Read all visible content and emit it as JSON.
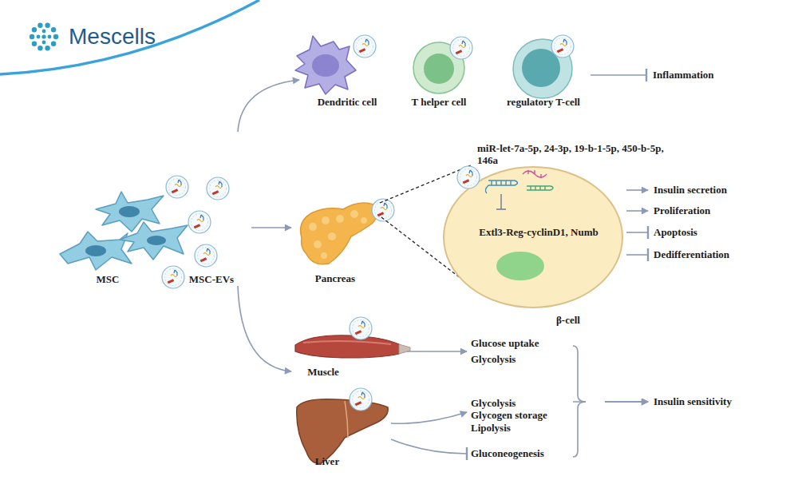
{
  "diagram": {
    "nodes": [
      {
        "text": [
          "MSC"
        ]
      },
      {
        "text": [
          "MSC-EVs"
        ]
      },
      {
        "text": [
          "Dendritic cell"
        ]
      },
      {
        "text": [
          "T helper cell"
        ]
      },
      {
        "text": [
          "regulatory T-cell"
        ]
      },
      {
        "text": [
          "Inflammation"
        ]
      },
      {
        "text": [
          "Pancreas"
        ]
      },
      {
        "text": [
          "miR-let-7a-5p, 24-3p, 19-b-1-5p, 450-b-5p, 146a",
          "Extl3-Reg-cyclinD1, Numb",
          "β-cell"
        ]
      },
      {
        "text": [
          "Insulin secretion"
        ]
      },
      {
        "text": [
          "Proliferation"
        ]
      },
      {
        "text": [
          "Apoptosis"
        ]
      },
      {
        "text": [
          "Dedifferentiation"
        ]
      },
      {
        "text": [
          "Muscle"
        ]
      },
      {
        "text": [
          "Glucose uptake",
          "Glycolysis"
        ]
      },
      {
        "text": [
          "Liver"
        ]
      },
      {
        "text": [
          "Glycolysis",
          "Glycogen storage",
          "Lipolysis"
        ]
      },
      {
        "text": [
          "Gluconeogenesis"
        ]
      },
      {
        "text": [
          "Insulin sensitivity"
        ]
      }
    ],
    "edges": [
      {
        "from": 1,
        "to": 2,
        "arrow": "to"
      },
      {
        "from": 1,
        "to": 6,
        "arrow": "to"
      },
      {
        "from": 1,
        "to": 12,
        "arrow": "to"
      },
      {
        "from": 4,
        "to": 5,
        "arrow": "to"
      },
      {
        "from": 7,
        "to": 8,
        "arrow": "to"
      },
      {
        "from": 7,
        "to": 9,
        "arrow": "to"
      },
      {
        "from": 7,
        "to": 10,
        "arrow": "to"
      },
      {
        "from": 7,
        "to": 11,
        "arrow": "to"
      },
      {
        "from": 12,
        "to": 13,
        "arrow": "to"
      },
      {
        "from": 14,
        "to": 15,
        "arrow": "to"
      },
      {
        "from": 14,
        "to": 16,
        "arrow": "to"
      },
      {
        "from": 13,
        "to": 17,
        "arrow": "to"
      },
      {
        "from": 15,
        "to": 17,
        "arrow": "to"
      },
      {
        "from": 16,
        "to": 17,
        "arrow": "to"
      }
    ],
    "labels": [
      "Mescells"
    ]
  }
}
